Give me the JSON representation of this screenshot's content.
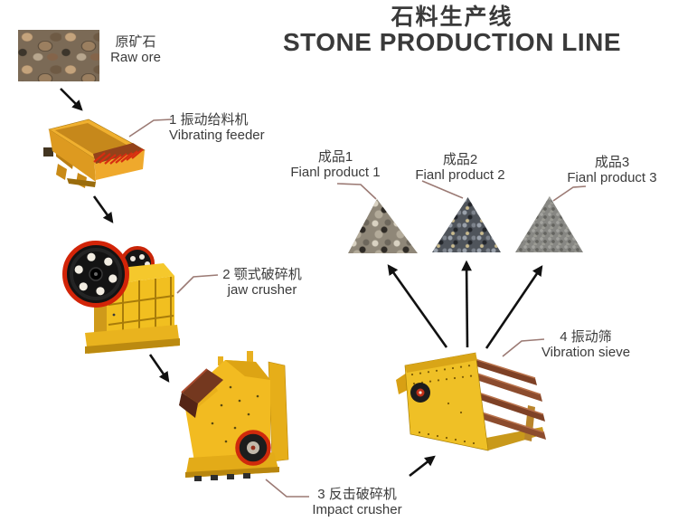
{
  "title": {
    "zh": "石料生产线",
    "en": "STONE PRODUCTION LINE"
  },
  "source": {
    "zh": "原矿石",
    "en": "Raw ore"
  },
  "stages": [
    {
      "id": "1",
      "zh": "1 振动给料机",
      "en": "Vibrating feeder"
    },
    {
      "id": "2",
      "zh": "2 颚式破碎机",
      "en": "jaw crusher"
    },
    {
      "id": "3",
      "zh": "3 反击破碎机",
      "en": "Impact crusher"
    },
    {
      "id": "4",
      "zh": "4  振动筛",
      "en": "Vibration sieve"
    }
  ],
  "products": [
    {
      "zh": "成品1",
      "en": "Fianl product 1"
    },
    {
      "zh": "成品2",
      "en": "Fianl product 2"
    },
    {
      "zh": "成品3",
      "en": "Fianl product 3"
    }
  ],
  "colors": {
    "text": "#3b3b3b",
    "machine_yellow": "#f0b824",
    "machine_red": "#cf2a0c",
    "deck_brown": "#8a4a2c",
    "arrow": "#111111",
    "leader_line": "#9b7a74"
  }
}
